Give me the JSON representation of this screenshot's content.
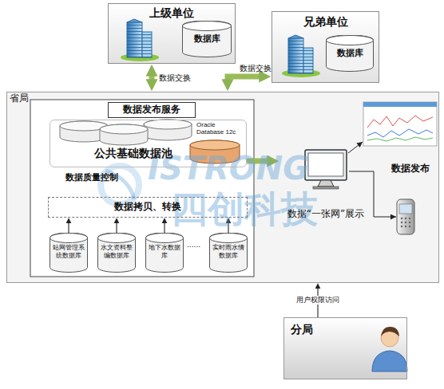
{
  "diagram": {
    "nodes": [
      {
        "text": [
          "上级单位"
        ]
      },
      {
        "text": [
          "数据库"
        ],
        "in": 0
      },
      {
        "text": [
          "兄弟单位"
        ]
      },
      {
        "text": [
          "数据库"
        ],
        "in": 2
      },
      {
        "text": [
          "省局"
        ]
      },
      {
        "text": [
          "数据发布服务"
        ],
        "in": 4
      },
      {
        "text": [
          "公共基础数据池",
          "Oracle Database 12c"
        ],
        "in": 4
      },
      {
        "text": [
          "数据质量控制"
        ],
        "in": 4
      },
      {
        "text": [
          "数据拷贝、转换"
        ],
        "in": 4
      },
      {
        "text": [
          "站网管理系统数据库"
        ],
        "in": 4
      },
      {
        "text": [
          "水文资料整编数据库"
        ],
        "in": 4
      },
      {
        "text": [
          "地下水数据库"
        ],
        "in": 4
      },
      {
        "text": [
          "实时雨水情数据库"
        ],
        "in": 4
      },
      {
        "text": [
          "数据“一张网”展示"
        ],
        "in": 4
      },
      {
        "text": [
          "分局"
        ]
      }
    ],
    "edges": [
      {
        "from": 0,
        "to": 4,
        "label": "数据交换",
        "arrow": "both"
      },
      {
        "from": 2,
        "to": 4,
        "label": "数据交换",
        "arrow": "both"
      },
      {
        "from": 9,
        "to": 8,
        "arrow": "to"
      },
      {
        "from": 10,
        "to": 8,
        "arrow": "to"
      },
      {
        "from": 11,
        "to": 8,
        "arrow": "to"
      },
      {
        "from": 12,
        "to": 8,
        "arrow": "to"
      },
      {
        "from": 6,
        "to": 13,
        "arrow": "to"
      },
      {
        "from": 14,
        "to": 4,
        "label": "用户权限访问",
        "arrow": "to"
      }
    ],
    "labels": [
      "数据发布",
      "......",
      "ISTRONG",
      "四创科技"
    ]
  }
}
